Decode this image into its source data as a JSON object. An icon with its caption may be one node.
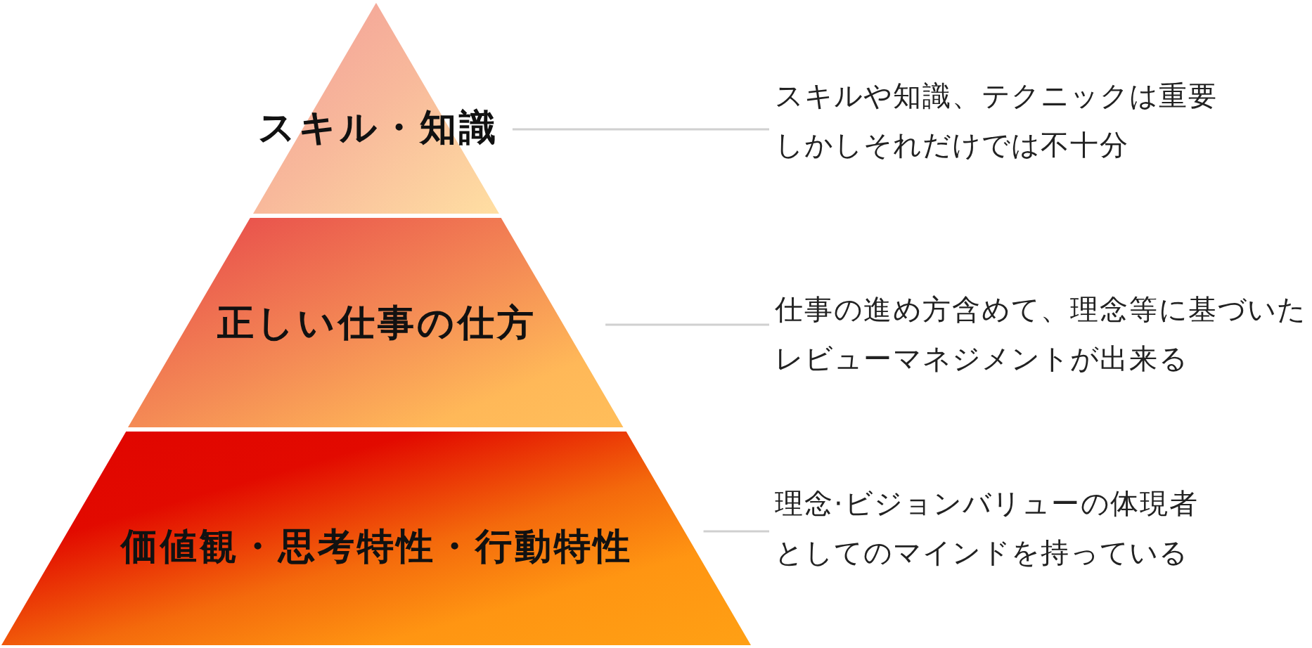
{
  "diagram": {
    "nodes": [
      {
        "text": [
          "スキル・知識"
        ]
      },
      {
        "text": [
          "スキルや知識、テクニックは重要しかしそれだけでは不十分"
        ]
      },
      {
        "text": [
          "正しい仕事の仕方"
        ]
      },
      {
        "text": [
          "仕事の進め方含めて、理念等に基づいたレビューマネジメントが出来る"
        ]
      },
      {
        "text": [
          "価値観・思考特性・行動特性"
        ]
      },
      {
        "text": [
          "理念·ビジョンバリューの体現者としてのマインドを持っている"
        ]
      }
    ],
    "edges": [
      {
        "from": 1,
        "to": 0,
        "arrow": "none"
      },
      {
        "from": 3,
        "to": 2,
        "arrow": "none"
      },
      {
        "from": 5,
        "to": 4,
        "arrow": "none"
      }
    ]
  }
}
